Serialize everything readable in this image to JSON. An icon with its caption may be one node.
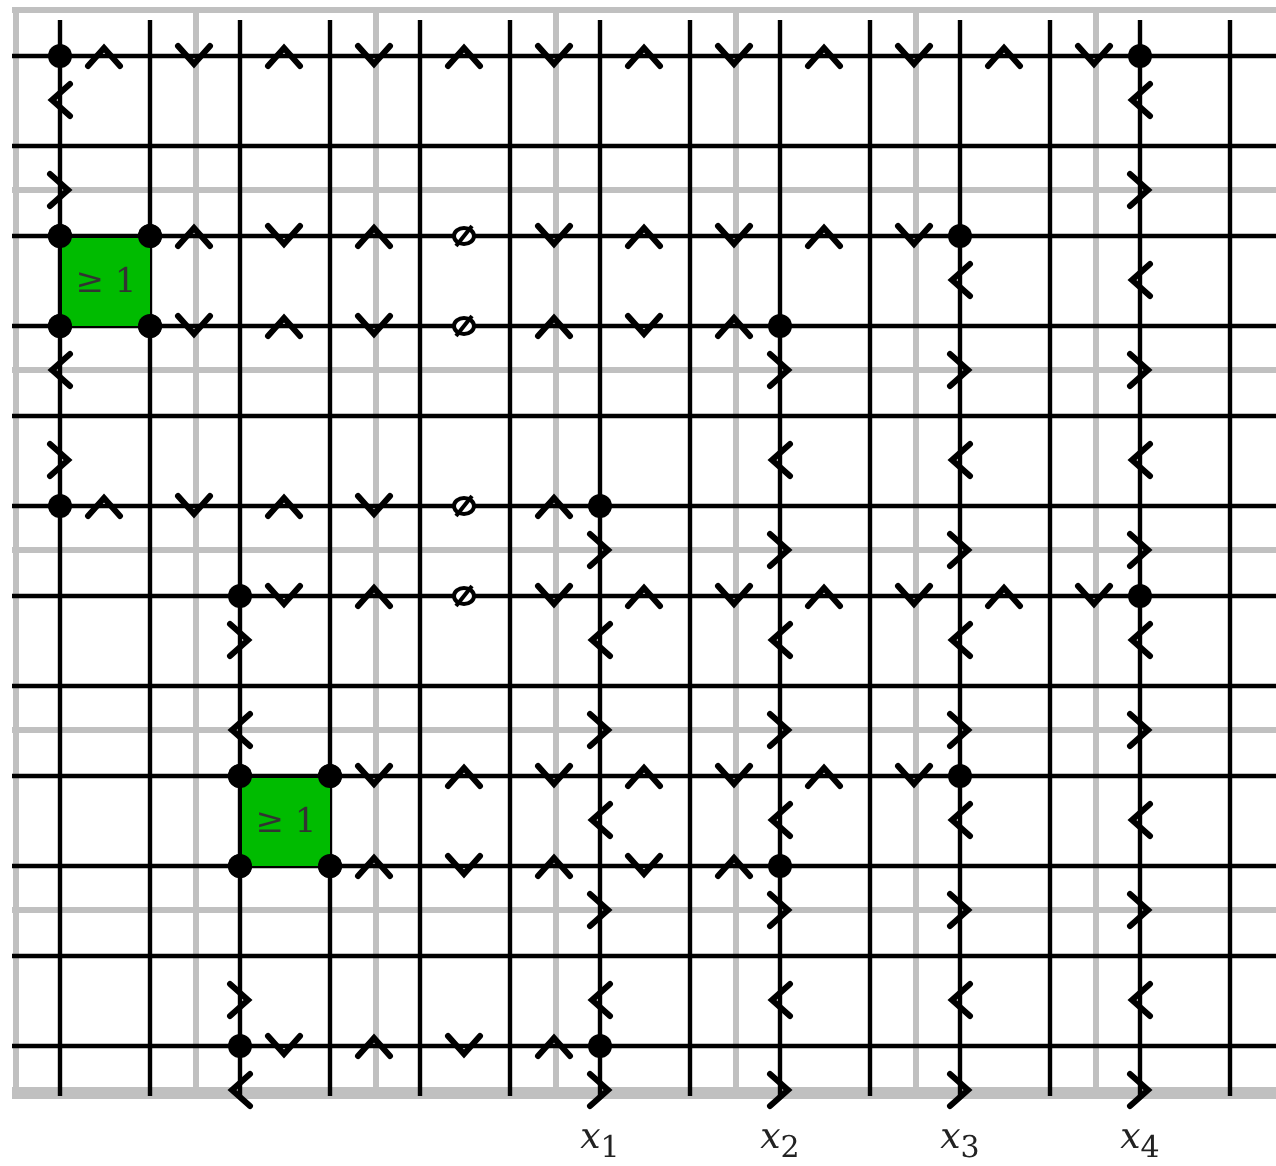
{
  "diagram": {
    "nodes": [
      {
        "text": [
          "≥ 1"
        ]
      },
      {
        "text": [
          "≥ 1"
        ]
      }
    ],
    "labels": [
      "*x*$_{1}$",
      "*x*$_{2}$",
      "*x*$_{3}$",
      "*x*$_{4}$"
    ]
  }
}
